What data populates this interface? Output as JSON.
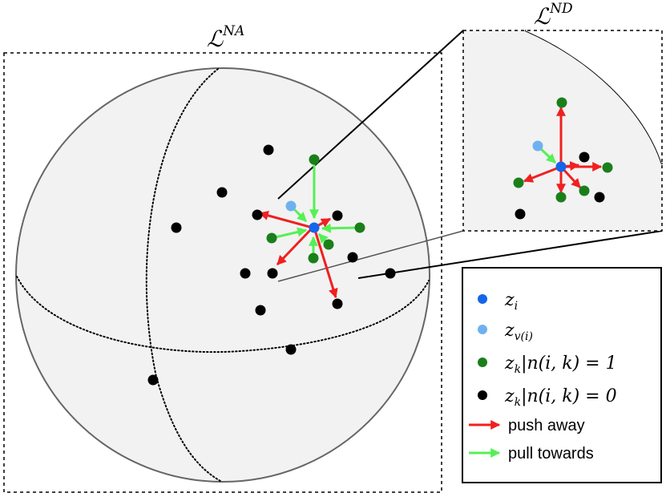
{
  "labels": {
    "left_loss": "ℒ",
    "left_loss_sup": "NA",
    "right_loss": "ℒ",
    "right_loss_sup": "ND"
  },
  "legend": {
    "zi": {
      "base": "z",
      "sub": "i"
    },
    "zvi": {
      "base": "z",
      "sub": "v(i)"
    },
    "zk_pos": {
      "base": "z",
      "sub": "k",
      "rest": "|n(i, k) = 1"
    },
    "zk_neg": {
      "base": "z",
      "sub": "k",
      "rest": "|n(i, k) = 0"
    },
    "push": "push away",
    "pull": "pull towards"
  },
  "colors": {
    "anchor": "#1565e8",
    "augmented": "#6fb1f0",
    "positive": "#1a7f1a",
    "negative": "#000000",
    "push_arrow": "#f02020",
    "pull_arrow": "#55f055",
    "sphere_fill": "#f2f2f2",
    "sphere_stroke": "#666666"
  }
}
